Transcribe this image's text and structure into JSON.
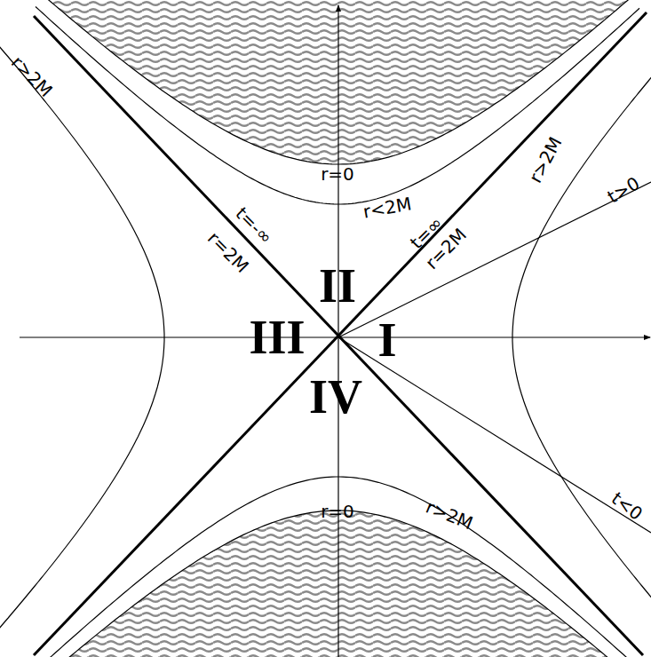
{
  "diagram": {
    "labels": [
      "r>2M",
      "r=0",
      "r<2M",
      "t=-∞",
      "r=2M",
      "t=∞",
      "r=2M",
      "r>2M",
      "t>0",
      "II",
      "III",
      "I",
      "IV",
      "r=0",
      "r>2M",
      "t<0"
    ]
  }
}
